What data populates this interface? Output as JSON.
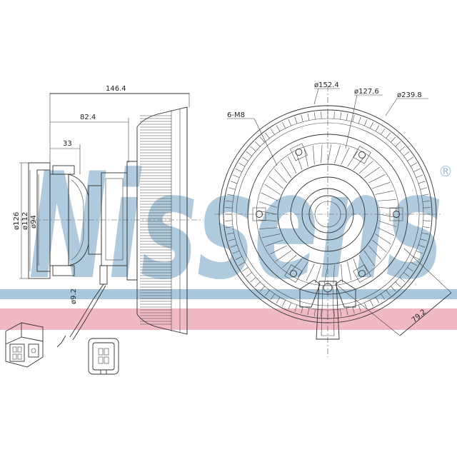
{
  "watermark": {
    "brand": "Nissens",
    "registered_mark": "®",
    "band_colors": {
      "blue": "#a9c7dc",
      "pink": "#f1b9c4",
      "blue_letters": "#a3c2d8"
    }
  },
  "dimensions": {
    "total_depth": "146.4",
    "hub_depth": "82.4",
    "flange_depth": "33",
    "dia_126": "ø126",
    "dia_112": "ø112",
    "dia_94": "ø94",
    "dia_9_2": "ø9.2",
    "bolt_pattern": "6-M8",
    "dia_152_4": "ø152.4",
    "dia_127_6": "ø127.6",
    "dia_239_8": "ø239.8",
    "offset_79_2": "79.2"
  }
}
